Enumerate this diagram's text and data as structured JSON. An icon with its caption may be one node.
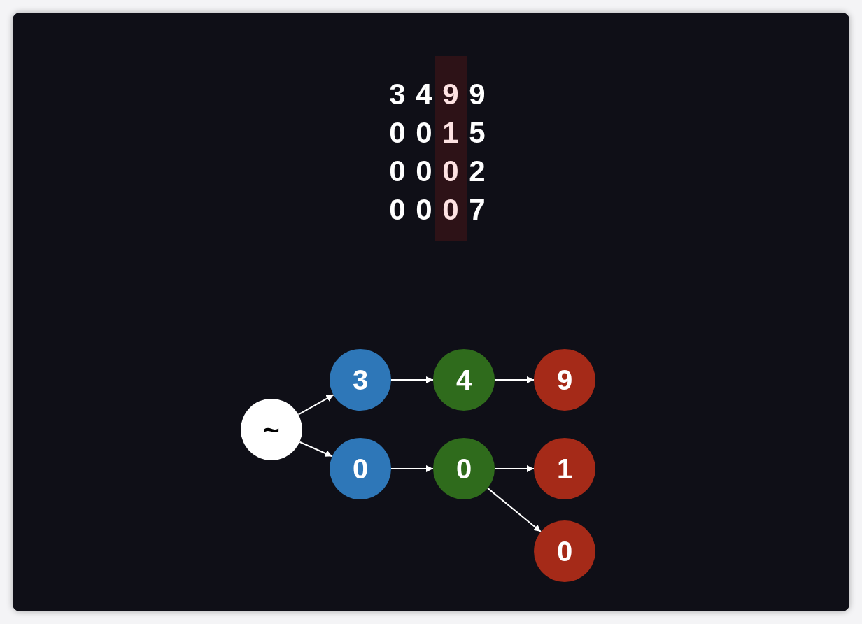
{
  "diagram": {
    "nodes": [
      {
        "text": [
          "~"
        ]
      },
      {
        "text": [
          "3"
        ]
      },
      {
        "text": [
          "4"
        ]
      },
      {
        "text": [
          "9"
        ]
      },
      {
        "text": [
          "0"
        ]
      },
      {
        "text": [
          "0"
        ]
      },
      {
        "text": [
          "1"
        ]
      },
      {
        "text": [
          "0"
        ]
      }
    ],
    "edges": [
      {
        "from": 0,
        "to": 1,
        "arrow": "to"
      },
      {
        "from": 0,
        "to": 4,
        "arrow": "to"
      },
      {
        "from": 1,
        "to": 2,
        "arrow": "to"
      },
      {
        "from": 2,
        "to": 3,
        "arrow": "to"
      },
      {
        "from": 4,
        "to": 5,
        "arrow": "to"
      },
      {
        "from": 5,
        "to": 6,
        "arrow": "to"
      },
      {
        "from": 5,
        "to": 7,
        "arrow": "to"
      }
    ],
    "labels": [
      "3",
      "4",
      "9",
      "9",
      "0",
      "0",
      "1",
      "5",
      "0",
      "0",
      "0",
      "2",
      "0",
      "0",
      "0",
      "7"
    ]
  }
}
